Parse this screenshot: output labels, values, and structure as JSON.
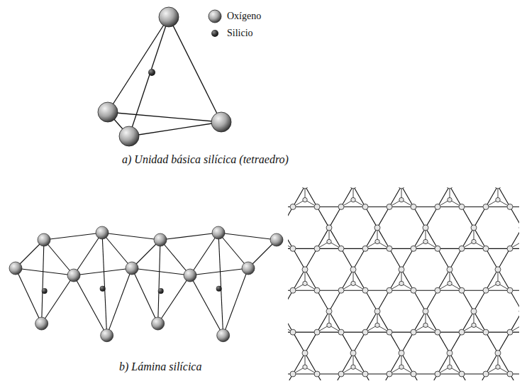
{
  "diagram": {
    "labels": [
      "a) Unidad básica silícica (tetraedro)",
      "b) Lámina silícica"
    ],
    "legend": [
      {
        "text": "Oxígeno"
      },
      {
        "text": "Silicio"
      }
    ]
  }
}
